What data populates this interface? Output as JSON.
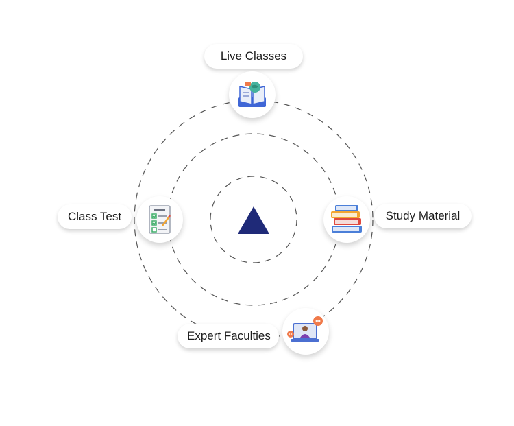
{
  "features": [
    {
      "label": "Live Classes",
      "icon": "open-book-globe-icon"
    },
    {
      "label": "Study Material",
      "icon": "book-stack-icon"
    },
    {
      "label": "Expert Faculties",
      "icon": "teacher-laptop-icon"
    },
    {
      "label": "Class Test",
      "icon": "checklist-icon"
    }
  ],
  "colors": {
    "center_triangle": "#1f2a78",
    "ring_dash": "#555555"
  }
}
